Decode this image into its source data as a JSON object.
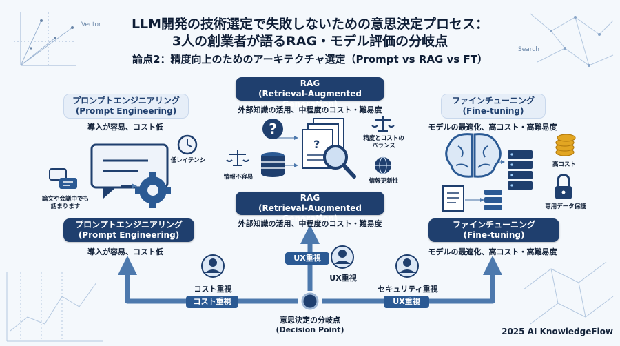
{
  "header": {
    "title_line1": "LLM開発の技術選定で失敗しないための意思決定プロセス：",
    "title_line2": "3人の創業者が語るRAG・モデル評価の分岐点",
    "subtitle": "論点2：精度向上のためのアーキテクチャ選定（Prompt vs RAG vs FT）"
  },
  "decorations": {
    "vector_label": "Vector",
    "search_label": "Search"
  },
  "prompt_top": {
    "title_ja": "プロンプトエンジニアリング",
    "title_en": "(Prompt Engineering)",
    "desc": "導入が容易、コスト低",
    "label_low_latency": "低レイテンシ",
    "label_note_line1": "論文や会議中でも",
    "label_note_line2": "話まります"
  },
  "rag_top": {
    "title_ja": "RAG",
    "title_en": "(Retrieval-Augmented Generation)",
    "desc": "外部知識の活用、中程度のコスト・難易度",
    "label_balance_line1": "精度とコストの",
    "label_balance_line2": "バランス",
    "label_info_hard": "情報不容易",
    "label_info_update": "情報更新性"
  },
  "ft_top": {
    "title_ja": "ファインチューニング",
    "title_en": "(Fine-tuning)",
    "desc": "モデルの最適化、高コスト・高難易度",
    "label_high_cost": "高コスト",
    "label_data_protect": "専用データ保護"
  },
  "prompt_bottom": {
    "title_ja": "プロンプトエンジニアリング",
    "title_en": "(Prompt Engineering)",
    "desc": "導入が容易、コスト低"
  },
  "rag_bottom": {
    "title_ja": "RAG",
    "title_en": "(Retrieval-Augmented Generation)",
    "desc": "外部知識の活用、中程度のコスト・難易度"
  },
  "ft_bottom": {
    "title_ja": "ファインチューニング",
    "title_en": "(Fine-tuning)",
    "desc": "モデルの最適化、高コスト・高難易度"
  },
  "flow": {
    "left_person_label": "コスト重視",
    "left_tag": "コスト重視",
    "center_tag": "UX重視",
    "center_person_label": "UX重視",
    "right_person_label": "セキュリティ重視",
    "right_tag": "UX重視",
    "decision_ja": "意思決定の分岐点",
    "decision_en": "(Decision Point)"
  },
  "footer": {
    "brand": "2025 AI KnowledgeFlow"
  },
  "colors": {
    "navy": "#1f3f6e",
    "accent": "#2b5a94",
    "light": "#e6eef8",
    "arrow": "#4d79ad"
  }
}
